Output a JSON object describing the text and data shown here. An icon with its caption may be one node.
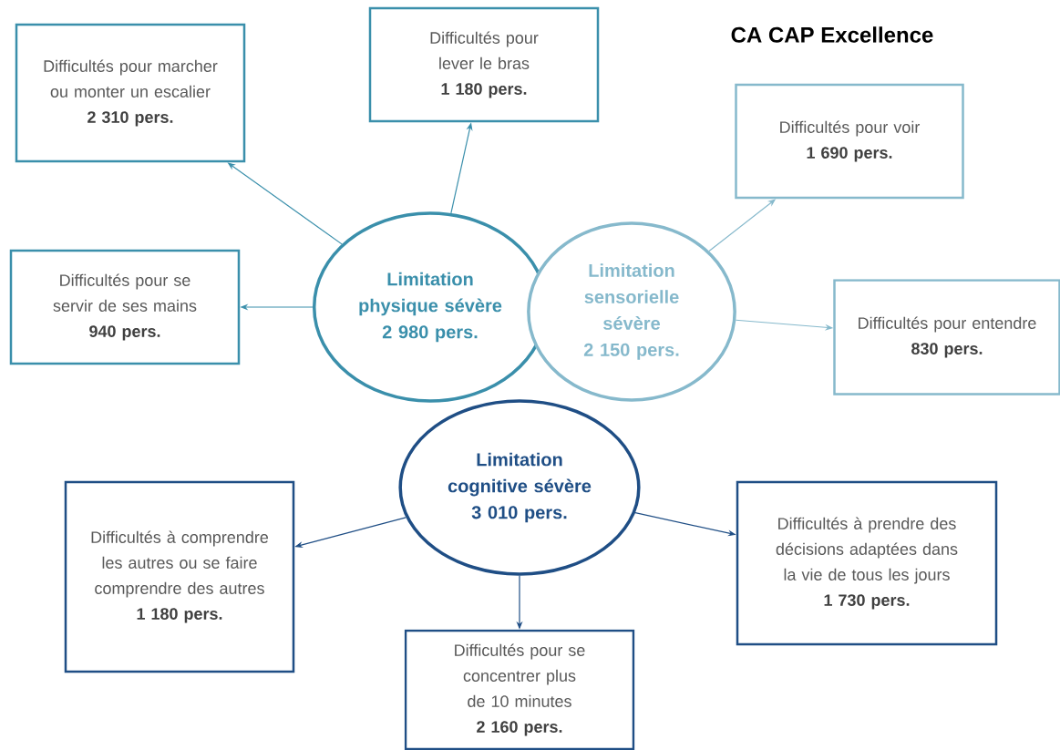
{
  "diagram": {
    "title": "CA CAP Excellence",
    "nodes": [
      {
        "text": [
          "Limitation physique sévère",
          "2 980 pers."
        ]
      },
      {
        "text": [
          "Limitation sensorielle sévère",
          "2 150 pers."
        ]
      },
      {
        "text": [
          "Limitation cognitive sévère",
          "3 010 pers."
        ]
      },
      {
        "text": [
          "Difficultés pour marcher ou monter un escalier",
          "2 310 pers."
        ]
      },
      {
        "text": [
          "Difficultés pour lever le bras",
          "1 180 pers."
        ]
      },
      {
        "text": [
          "Difficultés pour se servir de ses mains",
          "940 pers."
        ]
      },
      {
        "text": [
          "Difficultés pour voir",
          "1 690 pers."
        ]
      },
      {
        "text": [
          "Difficultés pour entendre",
          "830 pers."
        ]
      },
      {
        "text": [
          "Difficultés à comprendre les autres ou se faire comprendre des autres",
          "1 180 pers."
        ]
      },
      {
        "text": [
          "Difficultés pour se concentrer plus de 10 minutes",
          "2 160 pers."
        ]
      },
      {
        "text": [
          "Difficultés à prendre des décisions adaptées dans la vie de tous les jours",
          "1 730 pers."
        ]
      }
    ],
    "edges": [
      {
        "from": 0,
        "to": 3,
        "arrow": "to",
        "color": "#3a8fab"
      },
      {
        "from": 0,
        "to": 4,
        "arrow": "to",
        "color": "#3a8fab"
      },
      {
        "from": 0,
        "to": 5,
        "arrow": "to",
        "color": "#3a8fab"
      },
      {
        "from": 1,
        "to": 6,
        "arrow": "to",
        "color": "#86b9cc"
      },
      {
        "from": 1,
        "to": 7,
        "arrow": "to",
        "color": "#86b9cc"
      },
      {
        "from": 2,
        "to": 8,
        "arrow": "to",
        "color": "#1f4e85"
      },
      {
        "from": 2,
        "to": 9,
        "arrow": "to",
        "color": "#1f4e85"
      },
      {
        "from": 2,
        "to": 10,
        "arrow": "to",
        "color": "#1f4e85"
      }
    ]
  }
}
